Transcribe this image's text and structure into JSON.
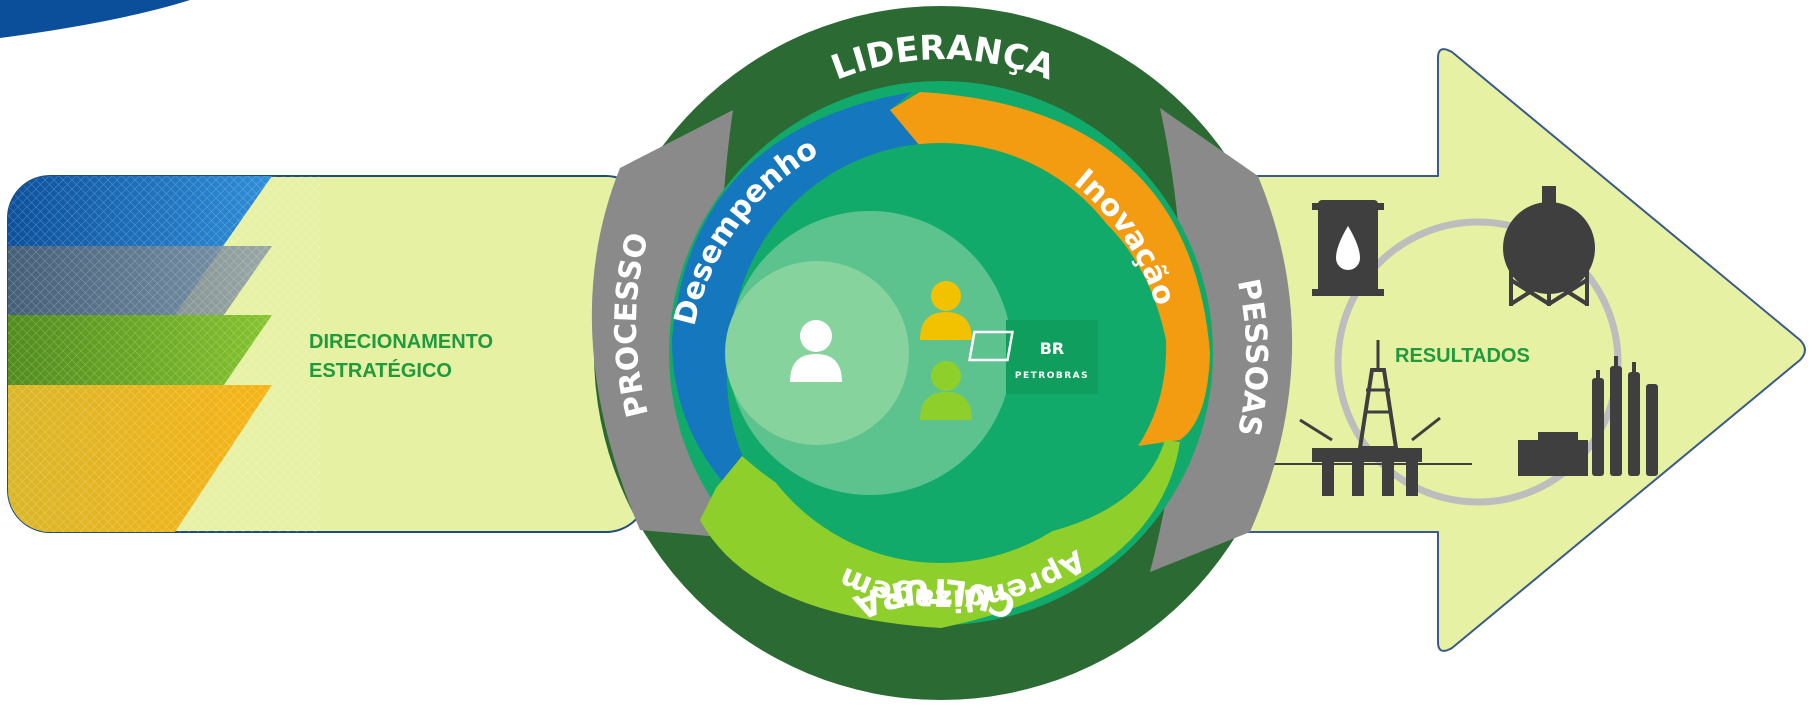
{
  "left_panel": {
    "line1": "DIRECIONAMENTO",
    "line2": "ESTRATÉGICO"
  },
  "results": {
    "label": "RESULTADOS"
  },
  "outer_ring": {
    "top": "LIDERANÇA",
    "right": "PESSOAS",
    "bottom": "CULTURA",
    "left": "PROCESSO"
  },
  "middle_ring": {
    "blue": "Desempenho",
    "orange": "Inovação",
    "green": "Aprendizagem"
  },
  "logo": {
    "mark": "BR",
    "name": "PETROBRAS"
  },
  "colors": {
    "dark_green": "#2b6b33",
    "gray": "#8a8a8a",
    "blue": "#1577bd",
    "orange": "#f39c12",
    "light_green": "#8fcf2b",
    "core_green": "#12aa6b",
    "arrow_fill": "#e6f1a4",
    "label_green": "#1f9a3c"
  },
  "icons": [
    "person-icon",
    "oil-barrel-icon",
    "gas-tank-icon",
    "oil-platform-icon",
    "refinery-icon"
  ]
}
